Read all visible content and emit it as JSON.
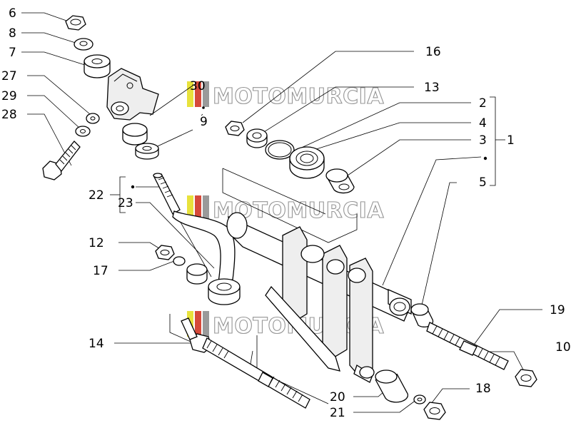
{
  "diagram": {
    "watermark": {
      "text": "MOTOMURCIA",
      "logo_colors": [
        "#e8e23c",
        "#d64a3a",
        "#9a9a9a"
      ]
    },
    "callouts": [
      {
        "id": "c1",
        "label": "1"
      },
      {
        "id": "c2",
        "label": "2"
      },
      {
        "id": "c3",
        "label": "3"
      },
      {
        "id": "c4",
        "label": "4"
      },
      {
        "id": "c5",
        "label": "5"
      },
      {
        "id": "c6",
        "label": "6"
      },
      {
        "id": "c7",
        "label": "7"
      },
      {
        "id": "c8",
        "label": "8"
      },
      {
        "id": "c9",
        "label": "9"
      },
      {
        "id": "c10",
        "label": "10"
      },
      {
        "id": "c12",
        "label": "12"
      },
      {
        "id": "c13",
        "label": "13"
      },
      {
        "id": "c14",
        "label": "14"
      },
      {
        "id": "c16",
        "label": "16"
      },
      {
        "id": "c17",
        "label": "17"
      },
      {
        "id": "c18",
        "label": "18"
      },
      {
        "id": "c19",
        "label": "19"
      },
      {
        "id": "c20",
        "label": "20"
      },
      {
        "id": "c21",
        "label": "21"
      },
      {
        "id": "c22",
        "label": "22"
      },
      {
        "id": "c23",
        "label": "23"
      },
      {
        "id": "c27",
        "label": "27"
      },
      {
        "id": "c28",
        "label": "28"
      },
      {
        "id": "c29",
        "label": "29"
      },
      {
        "id": "c30",
        "label": "30"
      }
    ]
  }
}
